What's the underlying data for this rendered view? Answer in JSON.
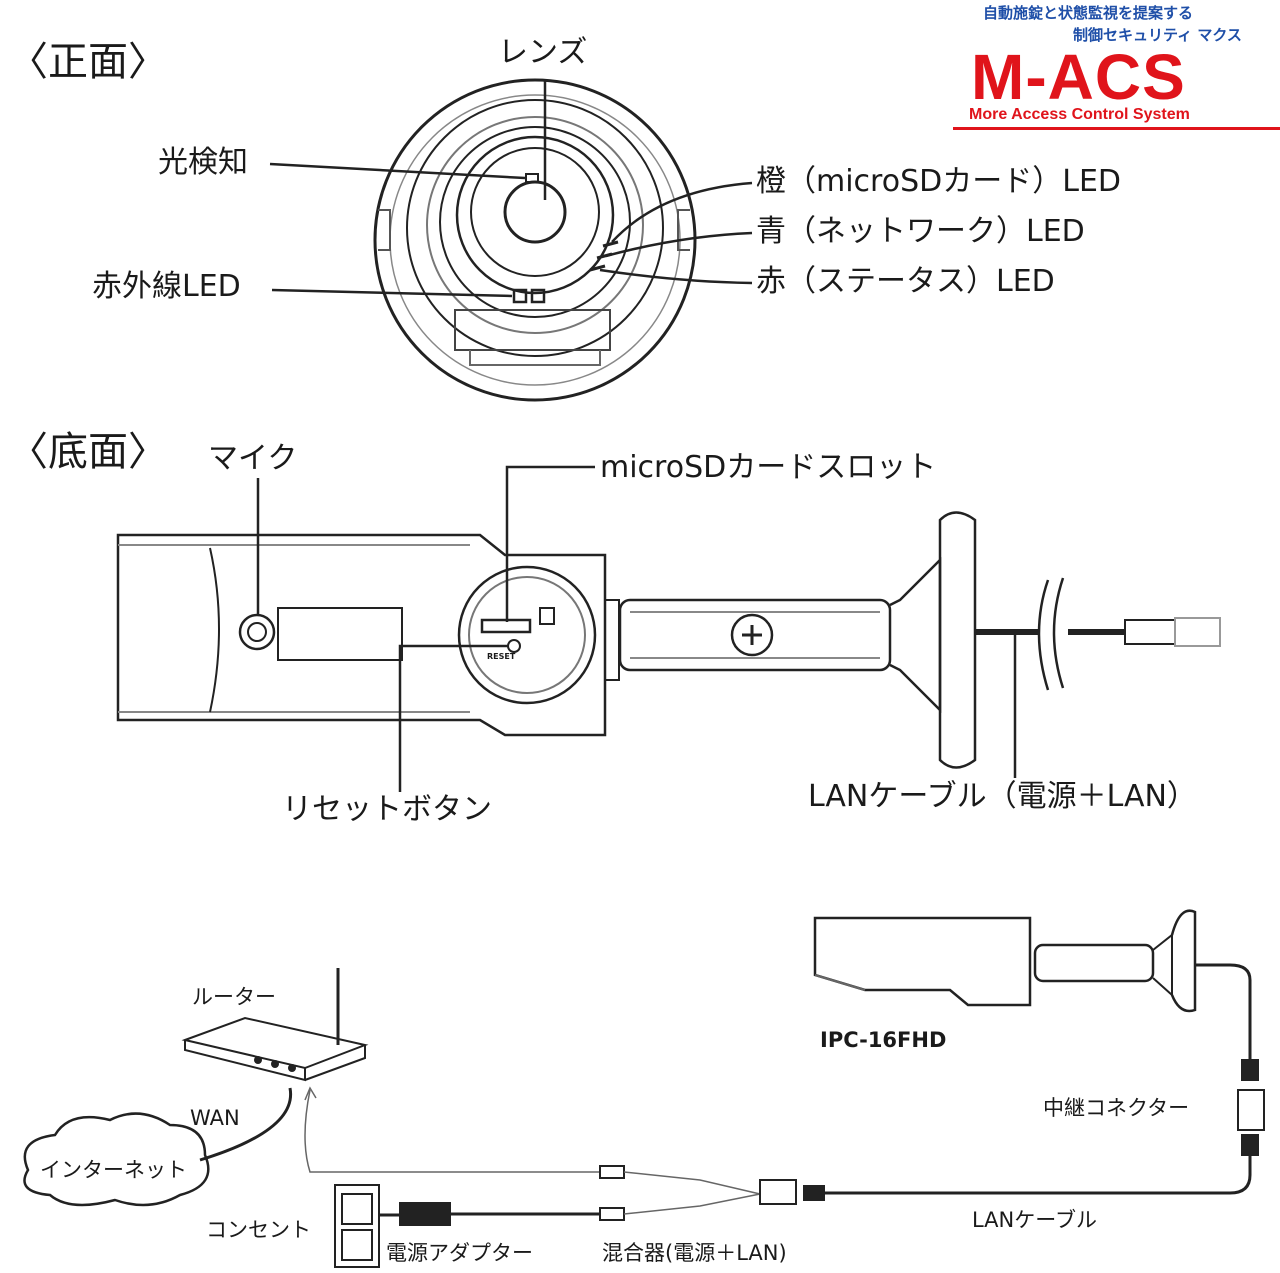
{
  "logo": {
    "tagline_1": "自動施錠と状態監視を提案する",
    "tagline_2": "制御セキュリティ マクス",
    "name": "M-ACS",
    "full_name": "More Access Control System",
    "brand_color": "#e0141b",
    "tagline_color": "#1f4fa8"
  },
  "front_view": {
    "heading": "〈正面〉",
    "labels": {
      "lens": "レンズ",
      "light_sensor": "光検知",
      "infrared_led": "赤外線LED",
      "orange_led": "橙（microSDカード）LED",
      "blue_led": "青（ネットワーク）LED",
      "red_led": "赤（ステータス）LED"
    }
  },
  "bottom_view": {
    "heading": "〈底面〉",
    "labels": {
      "mic": "マイク",
      "sd_slot": "microSDカードスロット",
      "reset_button": "リセットボタン",
      "lan_cable": "LANケーブル（電源＋LAN）",
      "reset_stamp": "RESET"
    }
  },
  "connection": {
    "labels": {
      "router": "ルーター",
      "wan": "WAN",
      "internet": "インターネット",
      "outlet": "コンセント",
      "power_adapter": "電源アダプター",
      "mixer": "混合器(電源＋LAN)",
      "lan_cable": "LANケーブル",
      "relay_connector": "中継コネクター",
      "camera_model": "IPC-16FHD"
    }
  }
}
